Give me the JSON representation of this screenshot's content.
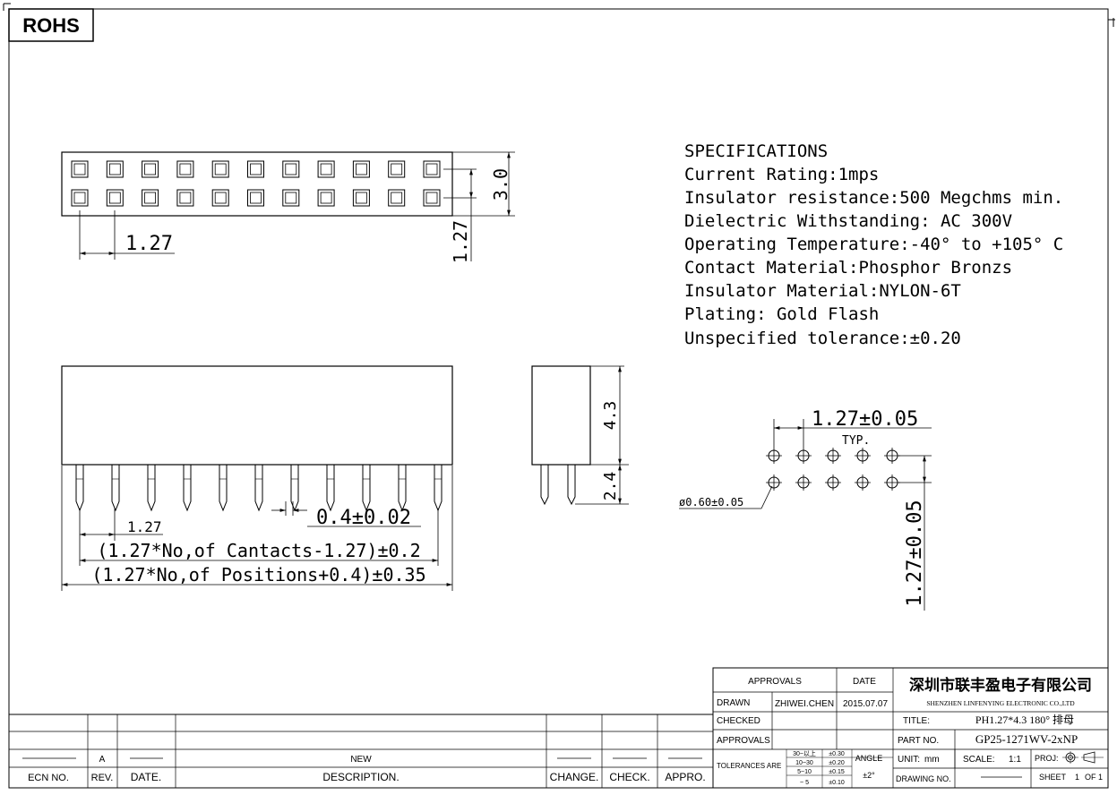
{
  "rohs": "ROHS",
  "specifications": {
    "heading": "SPECIFICATIONS",
    "lines": [
      "Current Rating:1mps",
      "Insulator resistance:500 Megchms min.",
      "Dielectric Withstanding: AC 300V",
      "Operating Temperature:-40°  to +105° C",
      "Contact Material:Phosphor Bronzs",
      "Insulator Material:NYLON-6T",
      "Plating:  Gold Flash",
      "Unspecified tolerance:±0.20"
    ]
  },
  "dims": {
    "top_pitch": "1.27",
    "top_height": "3.0",
    "top_row_pitch": "1.27",
    "front_pin_pitch": "1.27",
    "pin_width": "0.4±0.02",
    "contacts_formula": "(1.27*No,of Cantacts-1.27)±0.2",
    "positions_formula": "(1.27*No,of Positions+0.4)±0.35",
    "side_height": "4.3",
    "side_pin": "2.4",
    "pcb_pitch": "1.27±0.05",
    "pcb_typ": "TYP.",
    "pcb_hole": "ø0.60±0.05",
    "pcb_row_pitch": "1.27±0.05"
  },
  "title_block": {
    "approvals_header": "APPROVALS",
    "date_header": "DATE",
    "drawn_label": "DRAWN",
    "drawn_name": "ZHIWEI.CHEN",
    "drawn_date": "2015.07.07",
    "checked_label": "CHECKED",
    "approvals_label": "APPROVALS",
    "tolerances_label": "TOLERANCES ARE",
    "tol_ranges": [
      "30~以上",
      "10~30",
      "5~10",
      "~ 5"
    ],
    "tol_values": [
      "±0.30",
      "±0.20",
      "±0.15",
      "±0.10"
    ],
    "angle_label": "ANGLE",
    "angle_value": "±2°",
    "company_cn": "深圳市联丰盈电子有限公司",
    "company_en": "SHENZHEN LINFENYING ELECTRONIC CO.,LTD",
    "title_label": "TITLE:",
    "title_value": "PH1.27*4.3 180° 排母",
    "part_label": "PART NO.",
    "part_value": "GP25-1271WV-2xNP",
    "unit_label": "UNIT:",
    "unit_value": "mm",
    "scale_label": "SCALE:",
    "scale_value": "1:1",
    "proj_label": "PROJ:",
    "drawing_label": "DRAWING NO.",
    "sheet_label": "SHEET",
    "sheet_value": "1",
    "sheet_of": "OF 1"
  },
  "revision_block": {
    "rev_value": "A",
    "desc_value": "NEW",
    "ecn_label": "ECN NO.",
    "rev_label": "REV.",
    "date_label": "DATE.",
    "desc_label": "DESCRIPTION.",
    "change_label": "CHANGE.",
    "check_label": "CHECK.",
    "appro_label": "APPRO."
  }
}
